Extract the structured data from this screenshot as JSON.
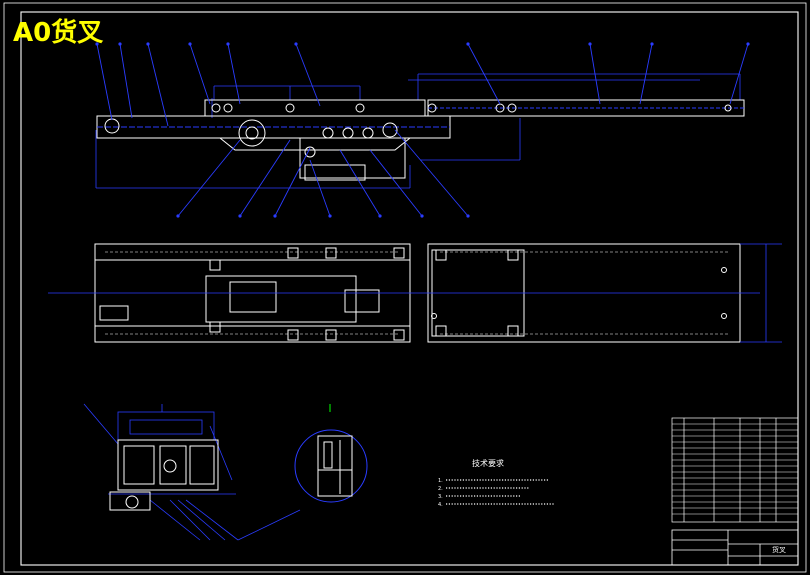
{
  "title": "A0货叉",
  "tech_requirements": {
    "heading": "技术要求",
    "items": [
      "1.",
      "2.",
      "3.",
      "4."
    ]
  },
  "title_block": {
    "part_name": "货叉"
  },
  "colors": {
    "background": "#000000",
    "outline": "#ffffff",
    "leader": "#2a3cff",
    "hidden": "#6b6bff",
    "section": "#ff3030",
    "title": "#ffff00",
    "mark": "#00ff00"
  }
}
